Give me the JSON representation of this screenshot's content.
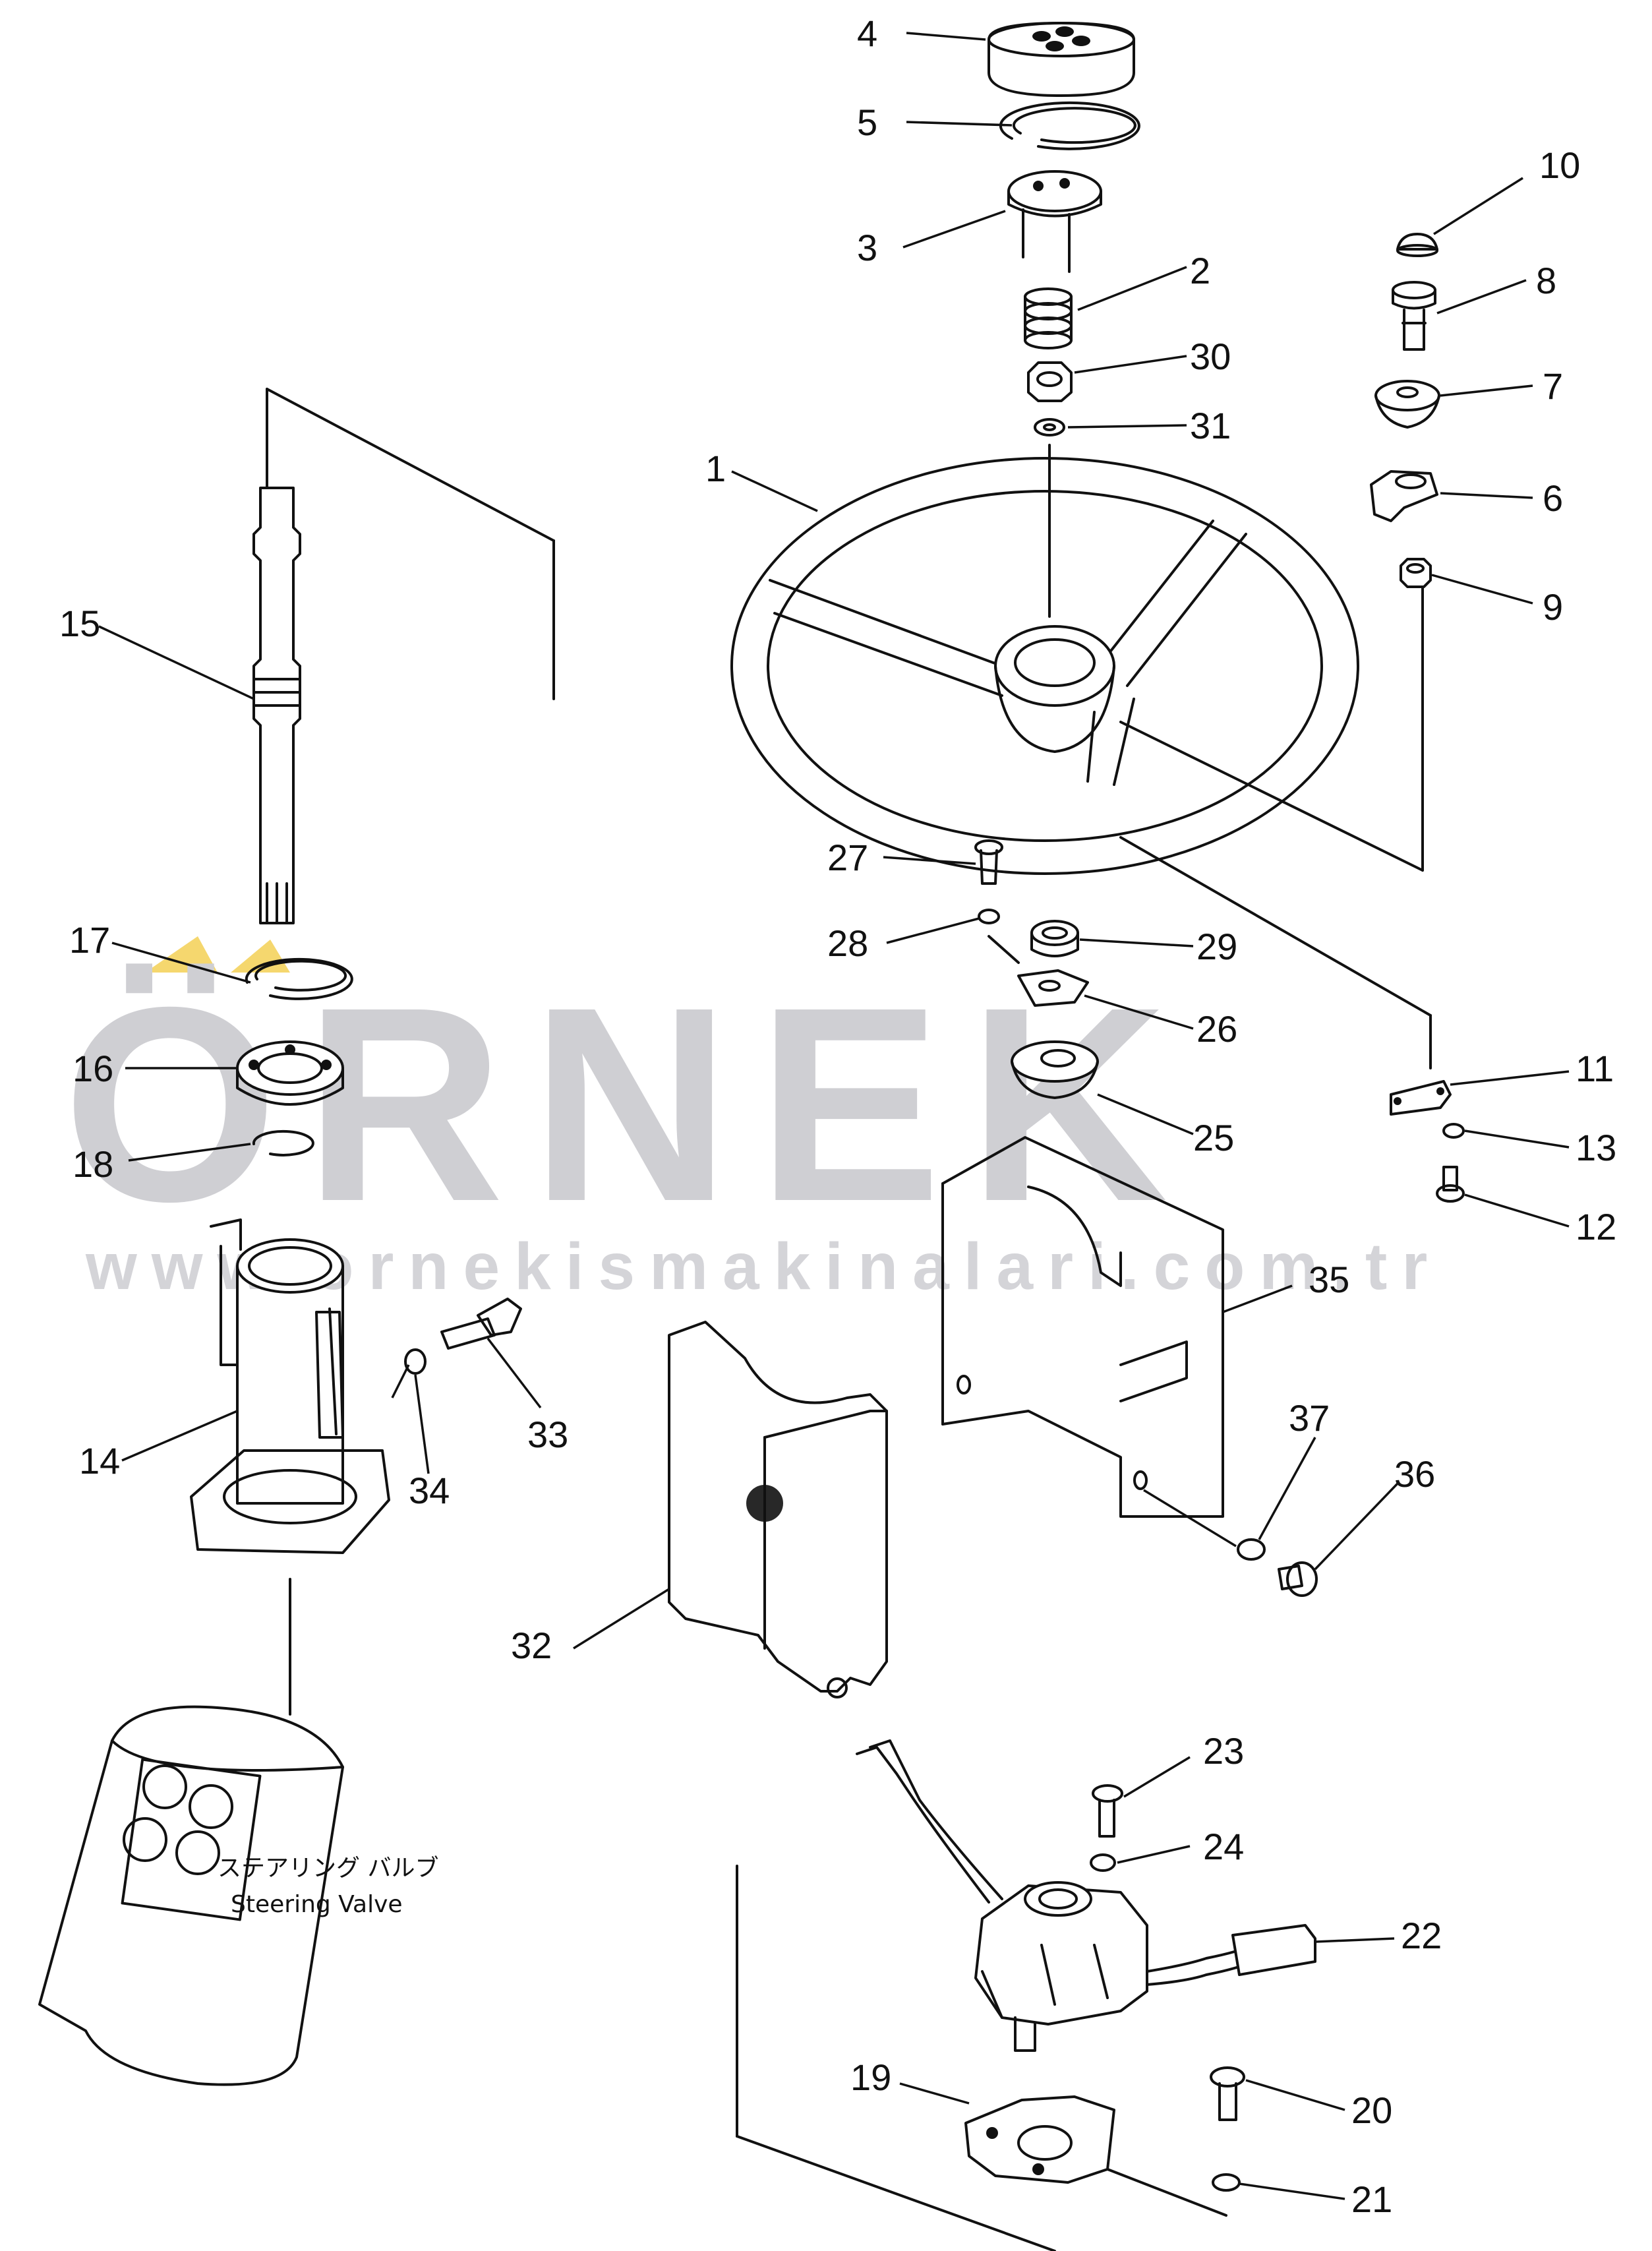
{
  "watermark": {
    "brand": "ÖRNEK",
    "url": "www.ornekismakinalari.com.tr",
    "accent_color": "#f5d76e",
    "text_color": "#cfcfd3"
  },
  "captions": {
    "valve_japanese": "ステアリング バルブ",
    "valve_english": "Steering Valve"
  },
  "part_numbers": {
    "p1": "1",
    "p2": "2",
    "p3": "3",
    "p4": "4",
    "p5": "5",
    "p6": "6",
    "p7": "7",
    "p8": "8",
    "p9": "9",
    "p10": "10",
    "p11": "11",
    "p12": "12",
    "p13": "13",
    "p14": "14",
    "p15": "15",
    "p16": "16",
    "p17": "17",
    "p18": "18",
    "p19": "19",
    "p20": "20",
    "p21": "21",
    "p22": "22",
    "p23": "23",
    "p24": "24",
    "p25": "25",
    "p26": "26",
    "p27": "27",
    "p28": "28",
    "p29": "29",
    "p30": "30",
    "p31": "31",
    "p32": "32",
    "p33": "33",
    "p34": "34",
    "p35": "35",
    "p36": "36",
    "p37": "37"
  }
}
